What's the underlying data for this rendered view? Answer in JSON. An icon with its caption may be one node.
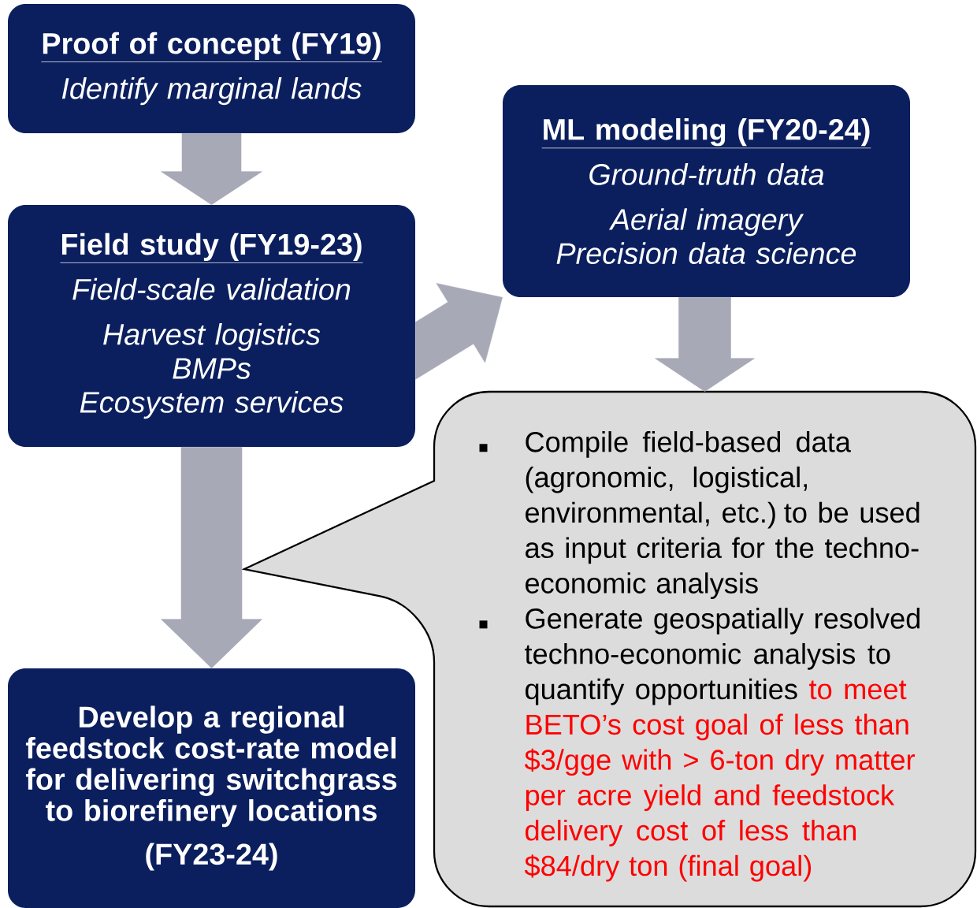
{
  "diagram": {
    "nodes": [
      {
        "text": [
          "Proof of concept (FY19)",
          "Identify marginal lands"
        ]
      },
      {
        "text": [
          "Field study (FY19-23)",
          "Field-scale validation",
          "Harvest logistics",
          "BMPs",
          "Ecosystem services"
        ]
      },
      {
        "text": [
          "ML modeling (FY20-24)",
          "Ground-truth data",
          "Aerial imagery",
          "Precision data science"
        ]
      },
      {
        "text": [
          "Develop a regional feedstock cost-rate model for delivering switchgrass to biorefinery locations",
          "(FY23-24)"
        ]
      },
      {
        "text": [
          "Compile field-based data (agronomic, logistical, environmental, etc.) to be used as input criteria for the techno-economic analysis",
          "Generate geospatially resolved techno-economic analysis to quantify opportunities",
          "to meet BETO’s cost goal of less than $3/gge with > 6-ton dry matter per acre yield and feedstock delivery cost of less than $84/dry ton (final goal)"
        ]
      }
    ],
    "edges": [
      {
        "from": 0,
        "to": 1,
        "arrow": "to"
      },
      {
        "from": 1,
        "to": 2,
        "arrow": "to"
      },
      {
        "from": 2,
        "to": 4,
        "arrow": "to"
      },
      {
        "from": 1,
        "to": 3,
        "arrow": "to"
      }
    ]
  }
}
